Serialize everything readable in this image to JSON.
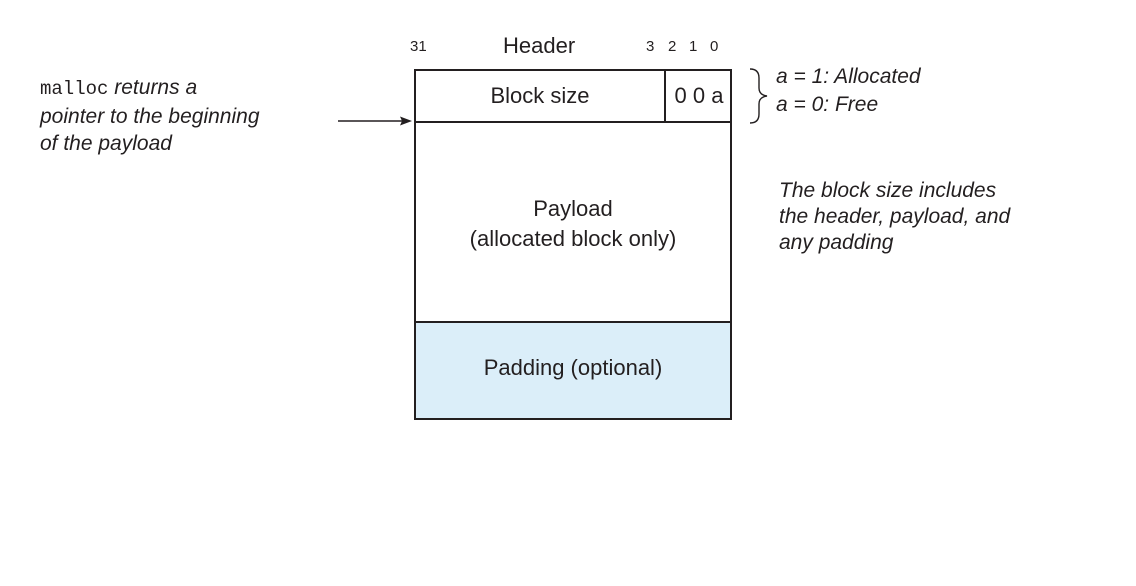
{
  "header": {
    "title": "Header",
    "bit_high": "31",
    "bit_3": "3",
    "bit_2": "2",
    "bit_1": "1",
    "bit_0": "0"
  },
  "block": {
    "size_label": "Block size",
    "flag_bits": "0 0 a",
    "payload_line1": "Payload",
    "payload_line2": "(allocated block only)",
    "padding_label": "Padding (optional)",
    "padding_color": "#dbeef9"
  },
  "annotations": {
    "malloc_code": "malloc",
    "malloc_line1_rest": " returns a",
    "malloc_line2": "pointer to the beginning",
    "malloc_line3": "of the payload",
    "alloc_line1": "a = 1: Allocated",
    "alloc_line2": "a = 0: Free",
    "size_line1": "The block size includes",
    "size_line2": "the header, payload, and",
    "size_line3": "any padding"
  }
}
